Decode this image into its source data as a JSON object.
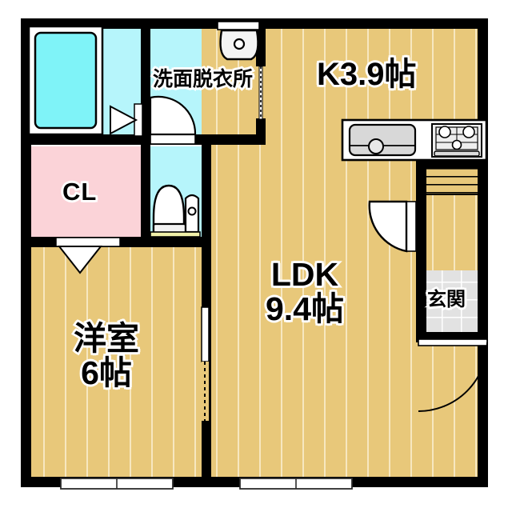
{
  "plan": {
    "type": "japanese-apartment-floorplan",
    "layout_code": "1LDK",
    "rooms": [
      {
        "key": "kitchen",
        "label": "K3.9帖",
        "name_ja": "キッチン",
        "size_jo": 3.9,
        "floor": "wood"
      },
      {
        "key": "ldk",
        "label": "LDK",
        "label2": "9.4帖",
        "name_ja": "リビングダイニングキッチン",
        "size_jo": 9.4,
        "floor": "wood"
      },
      {
        "key": "bedroom",
        "label": "洋室",
        "label2": "6帖",
        "name_ja": "洋室",
        "size_jo": 6,
        "floor": "wood"
      },
      {
        "key": "closet",
        "label": "CL",
        "name_ja": "クローゼット",
        "floor": "closet"
      },
      {
        "key": "washroom",
        "label": "洗面脱衣所",
        "name_ja": "洗面脱衣所",
        "floor": "wet"
      },
      {
        "key": "entrance",
        "label": "玄関",
        "name_ja": "玄関",
        "floor": "tile"
      },
      {
        "key": "bath",
        "label": "",
        "name_ja": "浴室",
        "floor": "wet"
      },
      {
        "key": "toilet",
        "label": "",
        "name_ja": "トイレ",
        "floor": "wet"
      }
    ],
    "fixtures": [
      {
        "key": "bathtub",
        "name": "bathtub"
      },
      {
        "key": "washbasin",
        "name": "washbasin"
      },
      {
        "key": "toilet",
        "name": "toilet"
      },
      {
        "key": "sink",
        "name": "kitchen-sink"
      },
      {
        "key": "stove",
        "name": "gas-stove-3-burner"
      },
      {
        "key": "shoebox",
        "name": "shoe-cabinet"
      }
    ],
    "openings": [
      {
        "key": "entrance-door",
        "type": "hinged-door"
      },
      {
        "key": "ldk-door",
        "type": "hinged-door"
      },
      {
        "key": "washroom-door",
        "type": "hinged-door"
      },
      {
        "key": "bath-door",
        "type": "folding-door"
      },
      {
        "key": "closet-door",
        "type": "folding-door"
      },
      {
        "key": "toilet-door",
        "type": "hinged-door"
      },
      {
        "key": "bedroom-ldk-door",
        "type": "sliding-door"
      },
      {
        "key": "window-bedroom",
        "type": "window"
      },
      {
        "key": "window-ldk",
        "type": "window"
      },
      {
        "key": "window-kitchen",
        "type": "window"
      }
    ],
    "colors": {
      "wall": "#000000",
      "floor_wood": "#e8c87a",
      "floor_wood_line": "#f6e5bb",
      "floor_wet": "#b6f5fb",
      "floor_closet": "#fbd3d8",
      "floor_tile": "#e2e2e2",
      "fixture_fill": "#ffffff",
      "fixture_gray": "#d8d8d8",
      "bathtub_fill": "#7ff3f8",
      "background": "#ffffff",
      "label_text": "#000000",
      "label_halo": "#ffffff"
    }
  }
}
